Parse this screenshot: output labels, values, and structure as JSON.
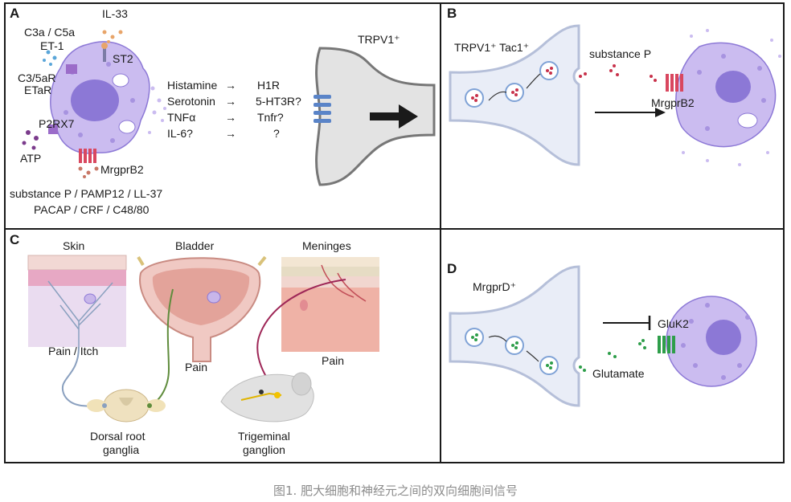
{
  "panels": {
    "a": {
      "letter": "A",
      "ligands_top": {
        "c3a_c5a": "C3a / C5a",
        "et1": "ET-1",
        "il33": "IL-33"
      },
      "receptors": {
        "c35ar": "C3/5aR",
        "etar": "ETaR",
        "st2": "ST2",
        "p2rx7": "P2RX7",
        "mrgprb2": "MrgprB2"
      },
      "atp": "ATP",
      "ligands_bottom_1": "substance P / PAMP12 / LL-37",
      "ligands_bottom_2": "PACAP / CRF / C48/80",
      "mediators": [
        {
          "mediator": "Histamine",
          "receptor": "H1R"
        },
        {
          "mediator": "Serotonin",
          "receptor": "5-HT3R?"
        },
        {
          "mediator": "TNFα",
          "receptor": "Tnfr?"
        },
        {
          "mediator": "IL-6?",
          "receptor": "?"
        }
      ],
      "neuron_label": "TRPV1⁺"
    },
    "b": {
      "letter": "B",
      "neuron_label": "TRPV1⁺ Tac1⁺",
      "transmitter": "substance P",
      "receptor": "MrgprB2"
    },
    "c": {
      "letter": "C",
      "tissues": {
        "skin": "Skin",
        "bladder": "Bladder",
        "meninges": "Meninges"
      },
      "sensations": {
        "skin": "Pain / Itch",
        "bladder": "Pain",
        "meninges": "Pain"
      },
      "ganglia": {
        "drg_1": "Dorsal root",
        "drg_2": "ganglia",
        "tg_1": "Trigeminal",
        "tg_2": "ganglion"
      }
    },
    "d": {
      "letter": "D",
      "neuron_label": "MrgprD⁺",
      "transmitter": "Glutamate",
      "receptor": "GluK2"
    }
  },
  "caption": "图1. 肥大细胞和神经元之间的双向细胞间信号",
  "colors": {
    "mast_cell": "#cbbcf0",
    "nucleus": "#8c78d6",
    "neuron": "#e3e3e3",
    "neuron_b": "#e9edf7",
    "receptor_red": "#d9475f",
    "receptor_green": "#2e9e4a",
    "frame": "#1a1a1a"
  }
}
